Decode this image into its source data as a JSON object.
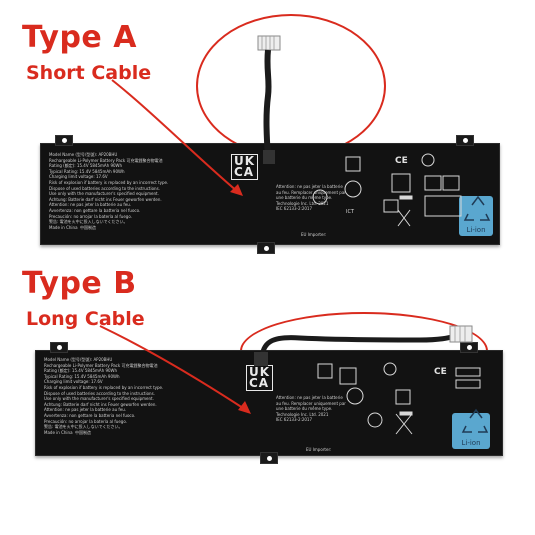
{
  "type_a": {
    "title": "Type A",
    "subtitle": "Short Cable"
  },
  "type_b": {
    "title": "Type B",
    "subtitle": "Long Cable"
  },
  "battery": {
    "ukca": "UK\nCA",
    "eu_importer": "EU Importer:",
    "liion": "Li-ion",
    "ce": "CE"
  },
  "colors": {
    "accent_red": "#d92b1e",
    "battery_body": "#121212",
    "recycle_blue": "#5aa7cf"
  }
}
